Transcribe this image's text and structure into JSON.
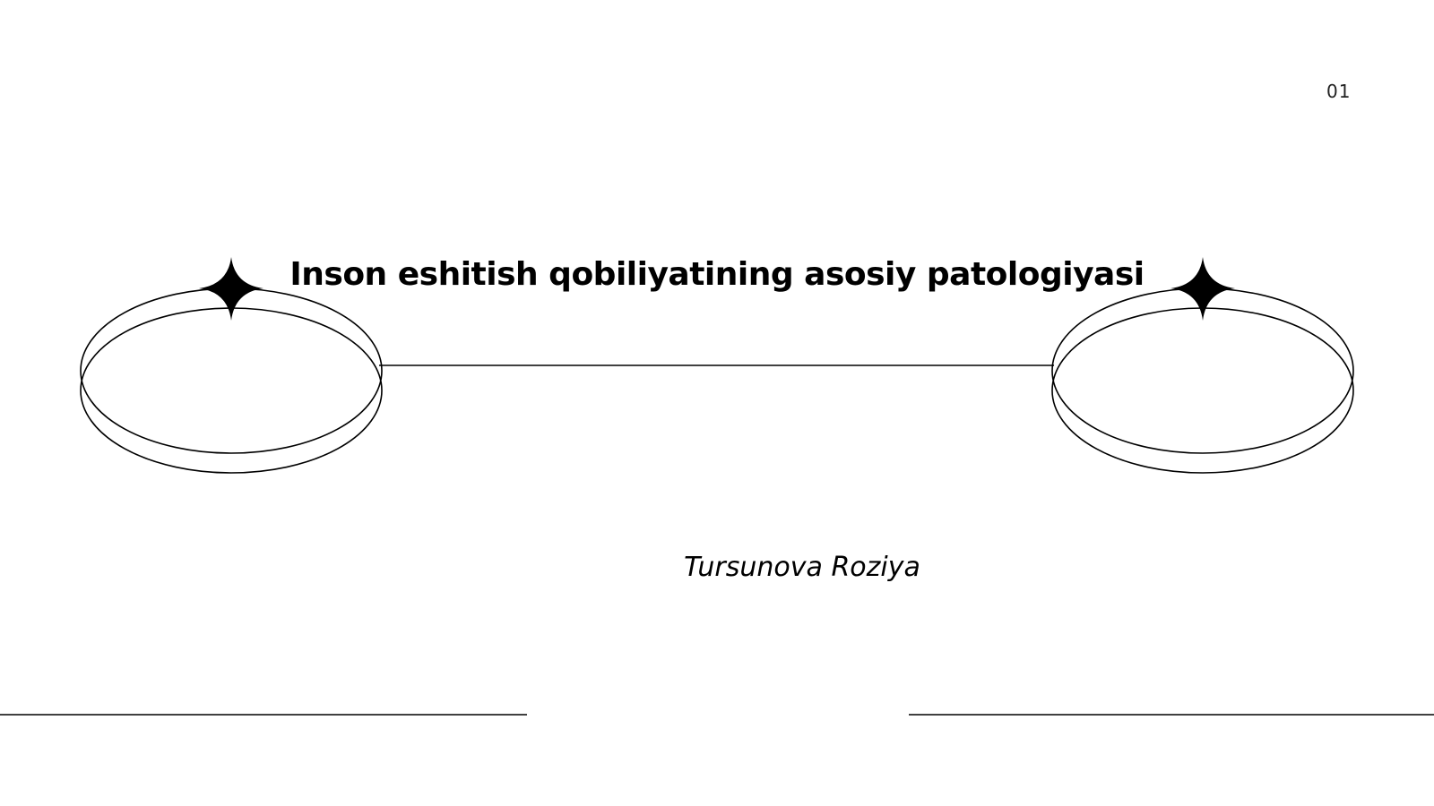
{
  "slide": {
    "page_number": "01",
    "title": "Inson eshitish qobiliyatining asosiy patologiyasi",
    "author": "Tursunova Roziya"
  },
  "colors": {
    "background": "#ffffff",
    "ink": "#000000"
  },
  "decorations": {
    "left_ring": "double-ellipse-ring",
    "right_ring": "double-ellipse-ring",
    "left_star": "four-point-star-icon",
    "right_star": "four-point-star-icon"
  }
}
